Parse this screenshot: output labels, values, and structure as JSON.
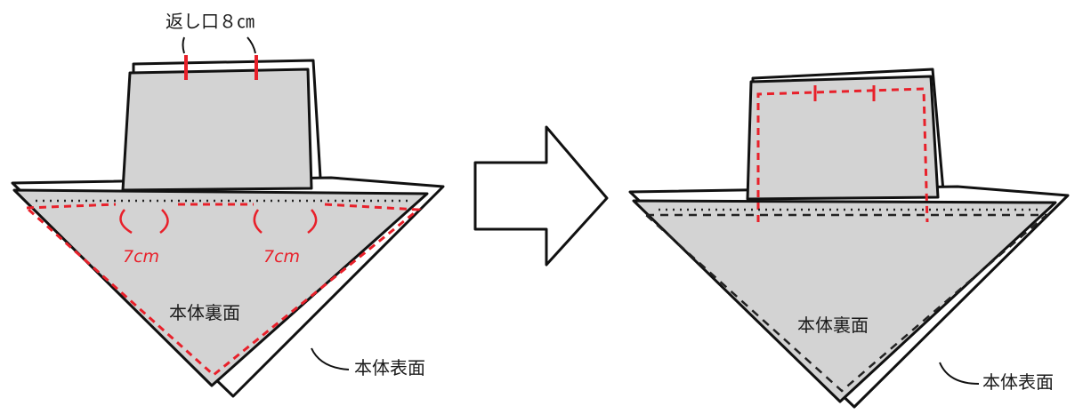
{
  "colors": {
    "fabric": "#d3d3d3",
    "outline": "#111111",
    "stitch_red": "#e8202a",
    "stitch_black": "#222222",
    "background": "#ffffff"
  },
  "icons": {
    "arrow": "right-arrow-icon"
  },
  "left_panel": {
    "opening_label": "返し口８㎝",
    "measure_left": "7cm",
    "measure_right": "7cm",
    "inner_label": "本体裏面",
    "outer_label": "本体表面"
  },
  "right_panel": {
    "inner_label": "本体裏面",
    "outer_label": "本体表面"
  }
}
